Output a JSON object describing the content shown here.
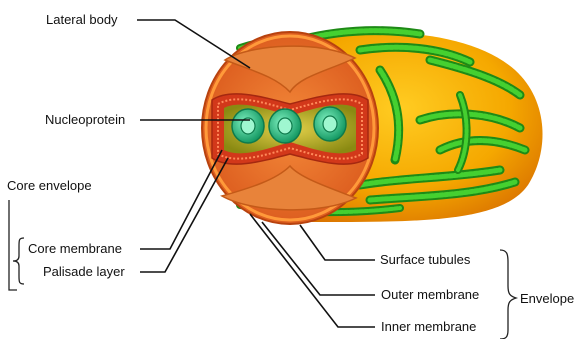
{
  "labels": {
    "lateral_body": "Lateral body",
    "nucleoprotein": "Nucleoprotein",
    "core_envelope": "Core envelope",
    "core_membrane": "Core membrane",
    "palisade_layer": "Palisade layer",
    "surface_tubules": "Surface tubules",
    "outer_membrane": "Outer membrane",
    "inner_membrane": "Inner membrane",
    "envelope": "Envelope"
  },
  "colors": {
    "outer_body": "#f5a800",
    "outer_body_shade": "#e07a00",
    "cut_face": "#ec6a1a",
    "core_wall": "#e24a10",
    "core_interior": "#c9c020",
    "lateral_body": "#e8833a",
    "nucleoprotein": "#27c48a",
    "tubules": "#3bbf2a",
    "tubules_dark": "#1e8a16"
  },
  "icons": [
    "virus-particle-illustration"
  ]
}
